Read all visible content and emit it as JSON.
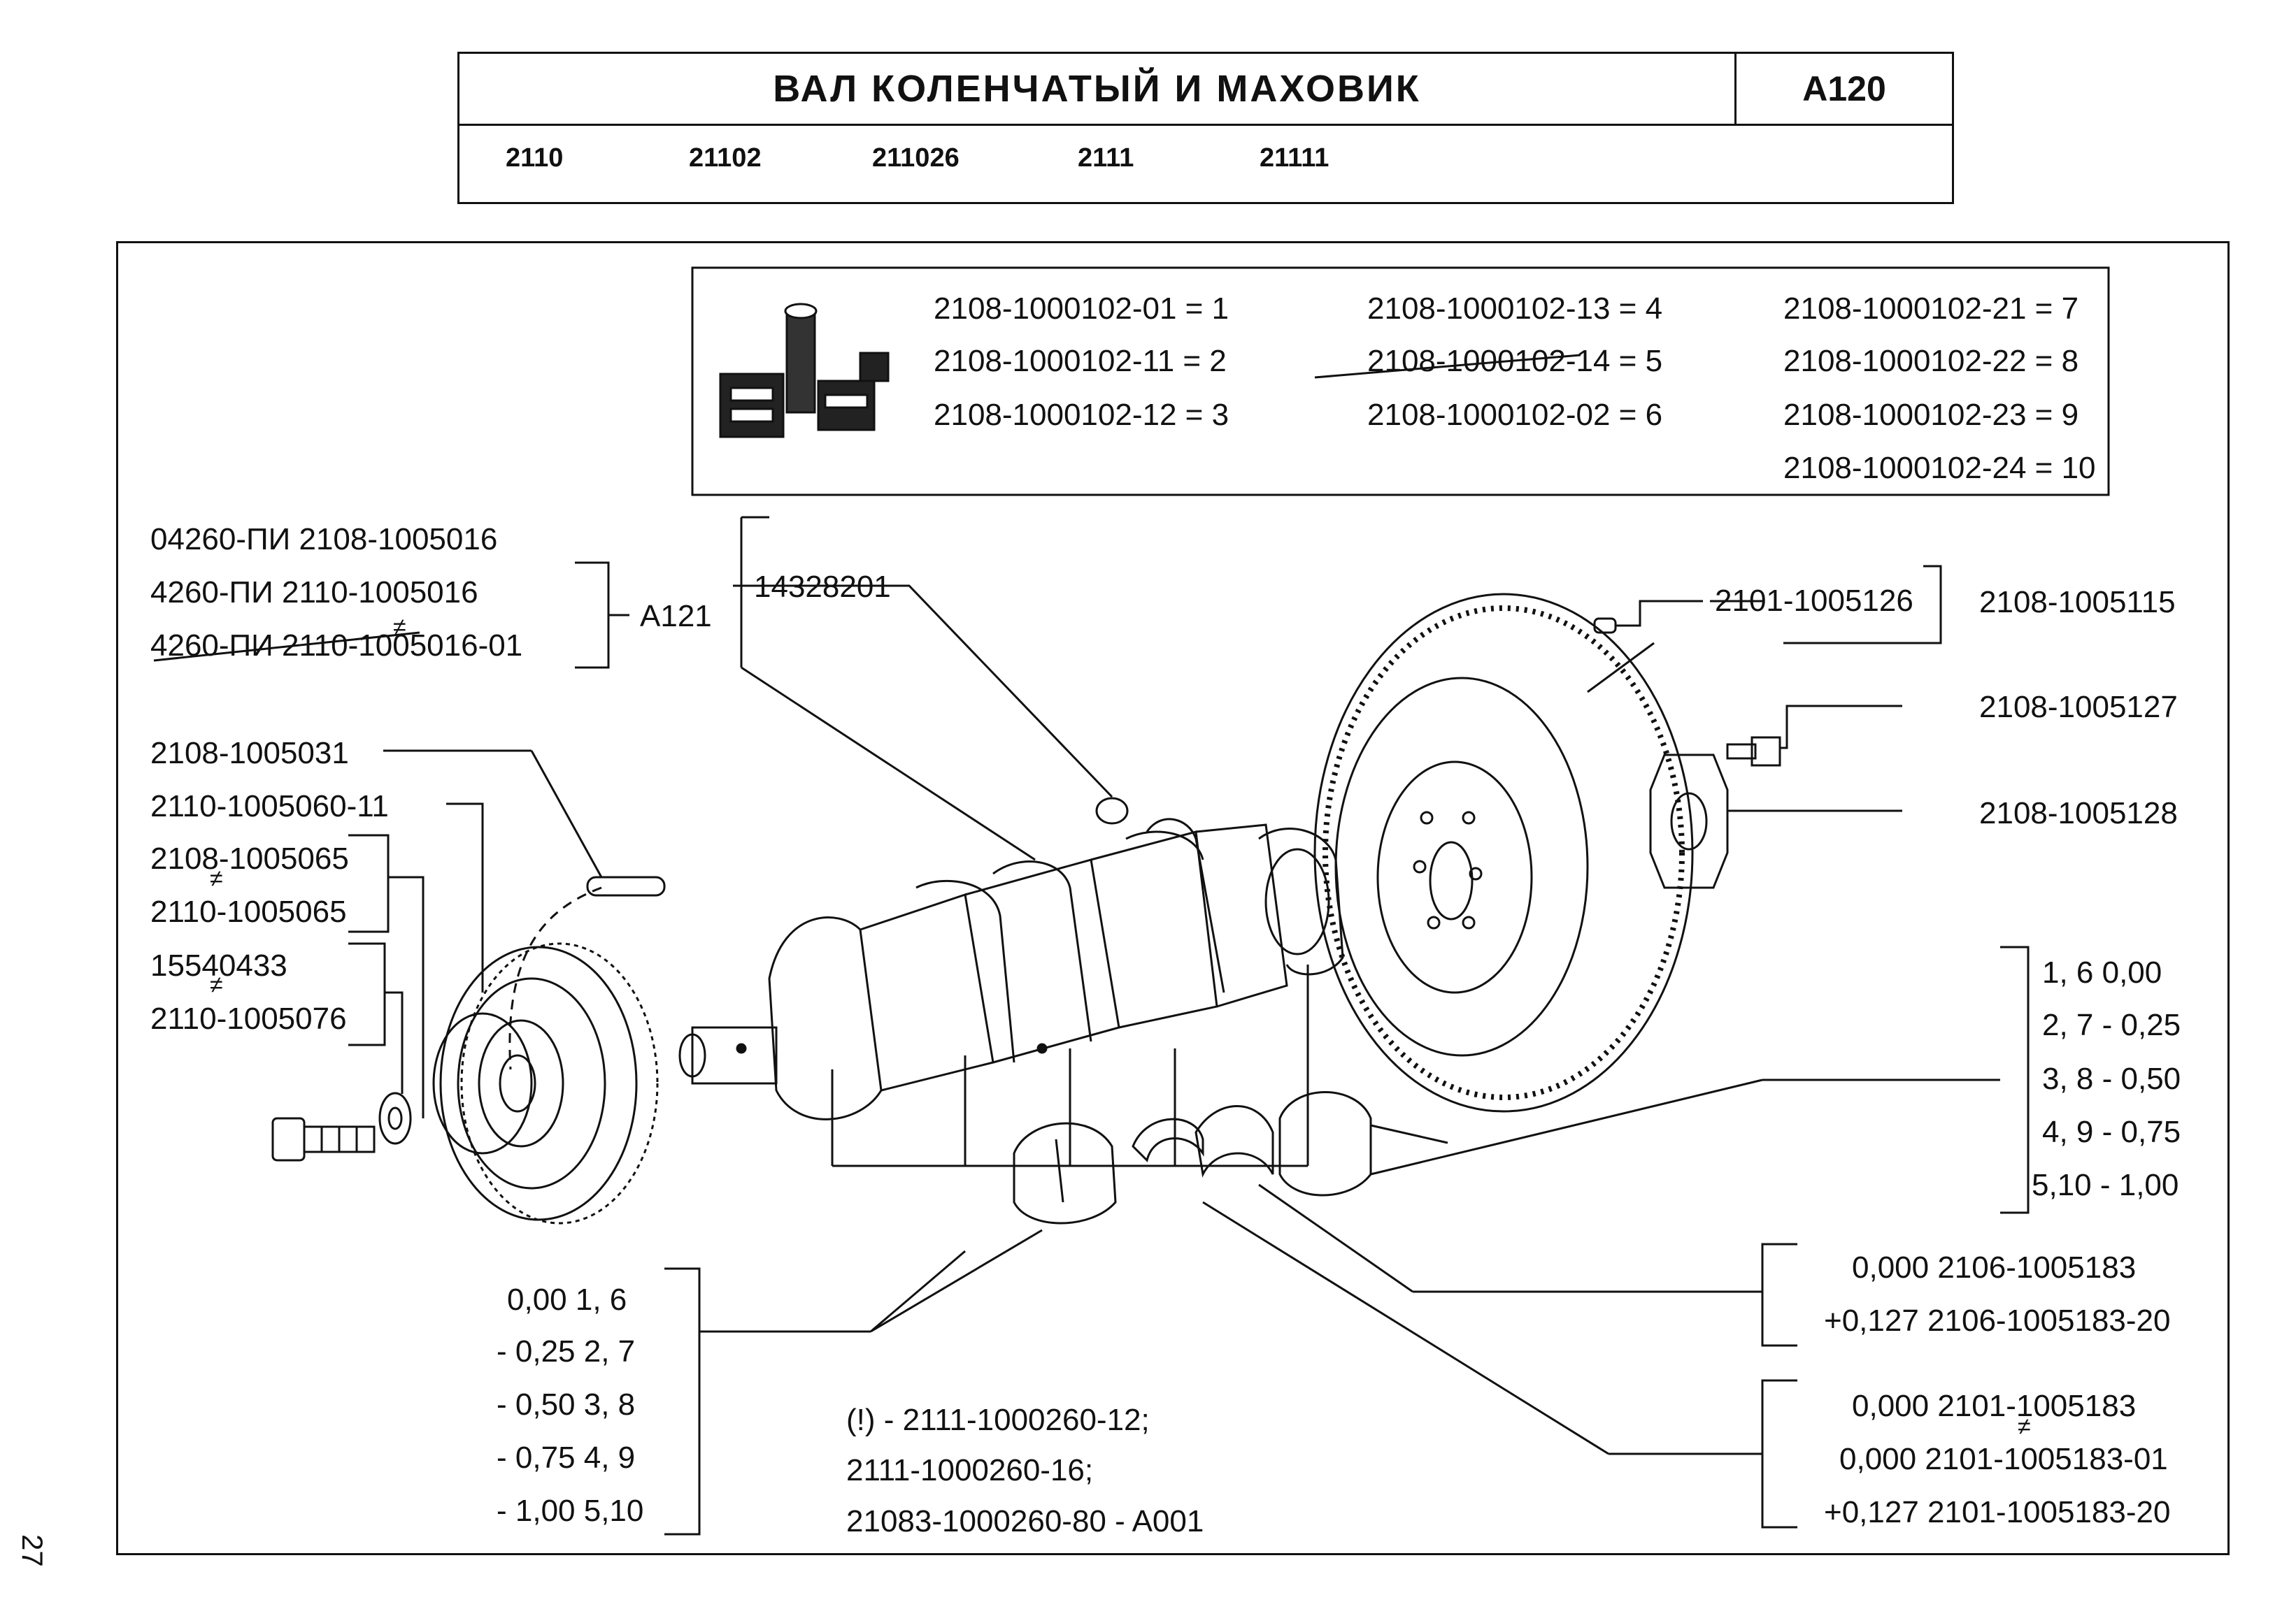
{
  "header": {
    "title": "ВАЛ КОЛЕНЧАТЫЙ И МАХОВИК",
    "code": "A120",
    "models": [
      "2110",
      "21102",
      "211026",
      "2111",
      "21111"
    ]
  },
  "kit": {
    "icon": "repair-kit-icon",
    "col1": [
      "2108-1000102-01 = 1",
      "2108-1000102-11 = 2",
      "2108-1000102-12 = 3"
    ],
    "col2": [
      "2108-1000102-13 = 4",
      "2108-1000102-14 = 5",
      "2108-1000102-02 = 6"
    ],
    "col3": [
      "2108-1000102-21 =  7",
      "2108-1000102-22 =  8",
      "2108-1000102-23 =  9",
      "2108-1000102-24 = 10"
    ]
  },
  "left_labels": {
    "oil_seal": [
      "04260-ПИ  2108-1005016",
      "4260-ПИ    2110-1005016",
      "4260-ПИ   2110-1005016-01"
    ],
    "oil_seal_ref": "A121",
    "key": "2108-1005031",
    "pulley": "2110-1005060-11",
    "washer": [
      "2108-1005065",
      "2110-1005065"
    ],
    "bolt": [
      "15540433",
      "2110-1005076"
    ]
  },
  "center_labels": {
    "plug": "14328201"
  },
  "right_labels": {
    "pin": "2101-1005126",
    "flywheel": "2108-1005115",
    "flywheel_bolt": "2108-1005127",
    "plate": "2108-1005128",
    "main_bearing_sizes": [
      "1, 6  0,00",
      "2, 7 - 0,25",
      "3, 8 - 0,50",
      "4, 9 - 0,75",
      "5,10 - 1,00"
    ],
    "thrust_upper": [
      "0,000     2106-1005183",
      "+0,127 2106-1005183-20"
    ],
    "thrust_lower": [
      "0,000     2101-1005183",
      "0,000 2101-1005183-01",
      "+0,127 2101-1005183-20"
    ]
  },
  "bottom_left": {
    "rod_bearing_sizes": [
      "0,00  1,  6",
      "- 0,25  2,  7",
      "- 0,50  3,  8",
      "- 0,75  4,  9",
      "- 1,00  5,10"
    ]
  },
  "bottom_center": {
    "notes": [
      "(!) - 2111-1000260-12;",
      "2111-1000260-16;",
      "21083-1000260-80  - A001"
    ]
  },
  "page_number": "27",
  "inequality_mark": "≠"
}
